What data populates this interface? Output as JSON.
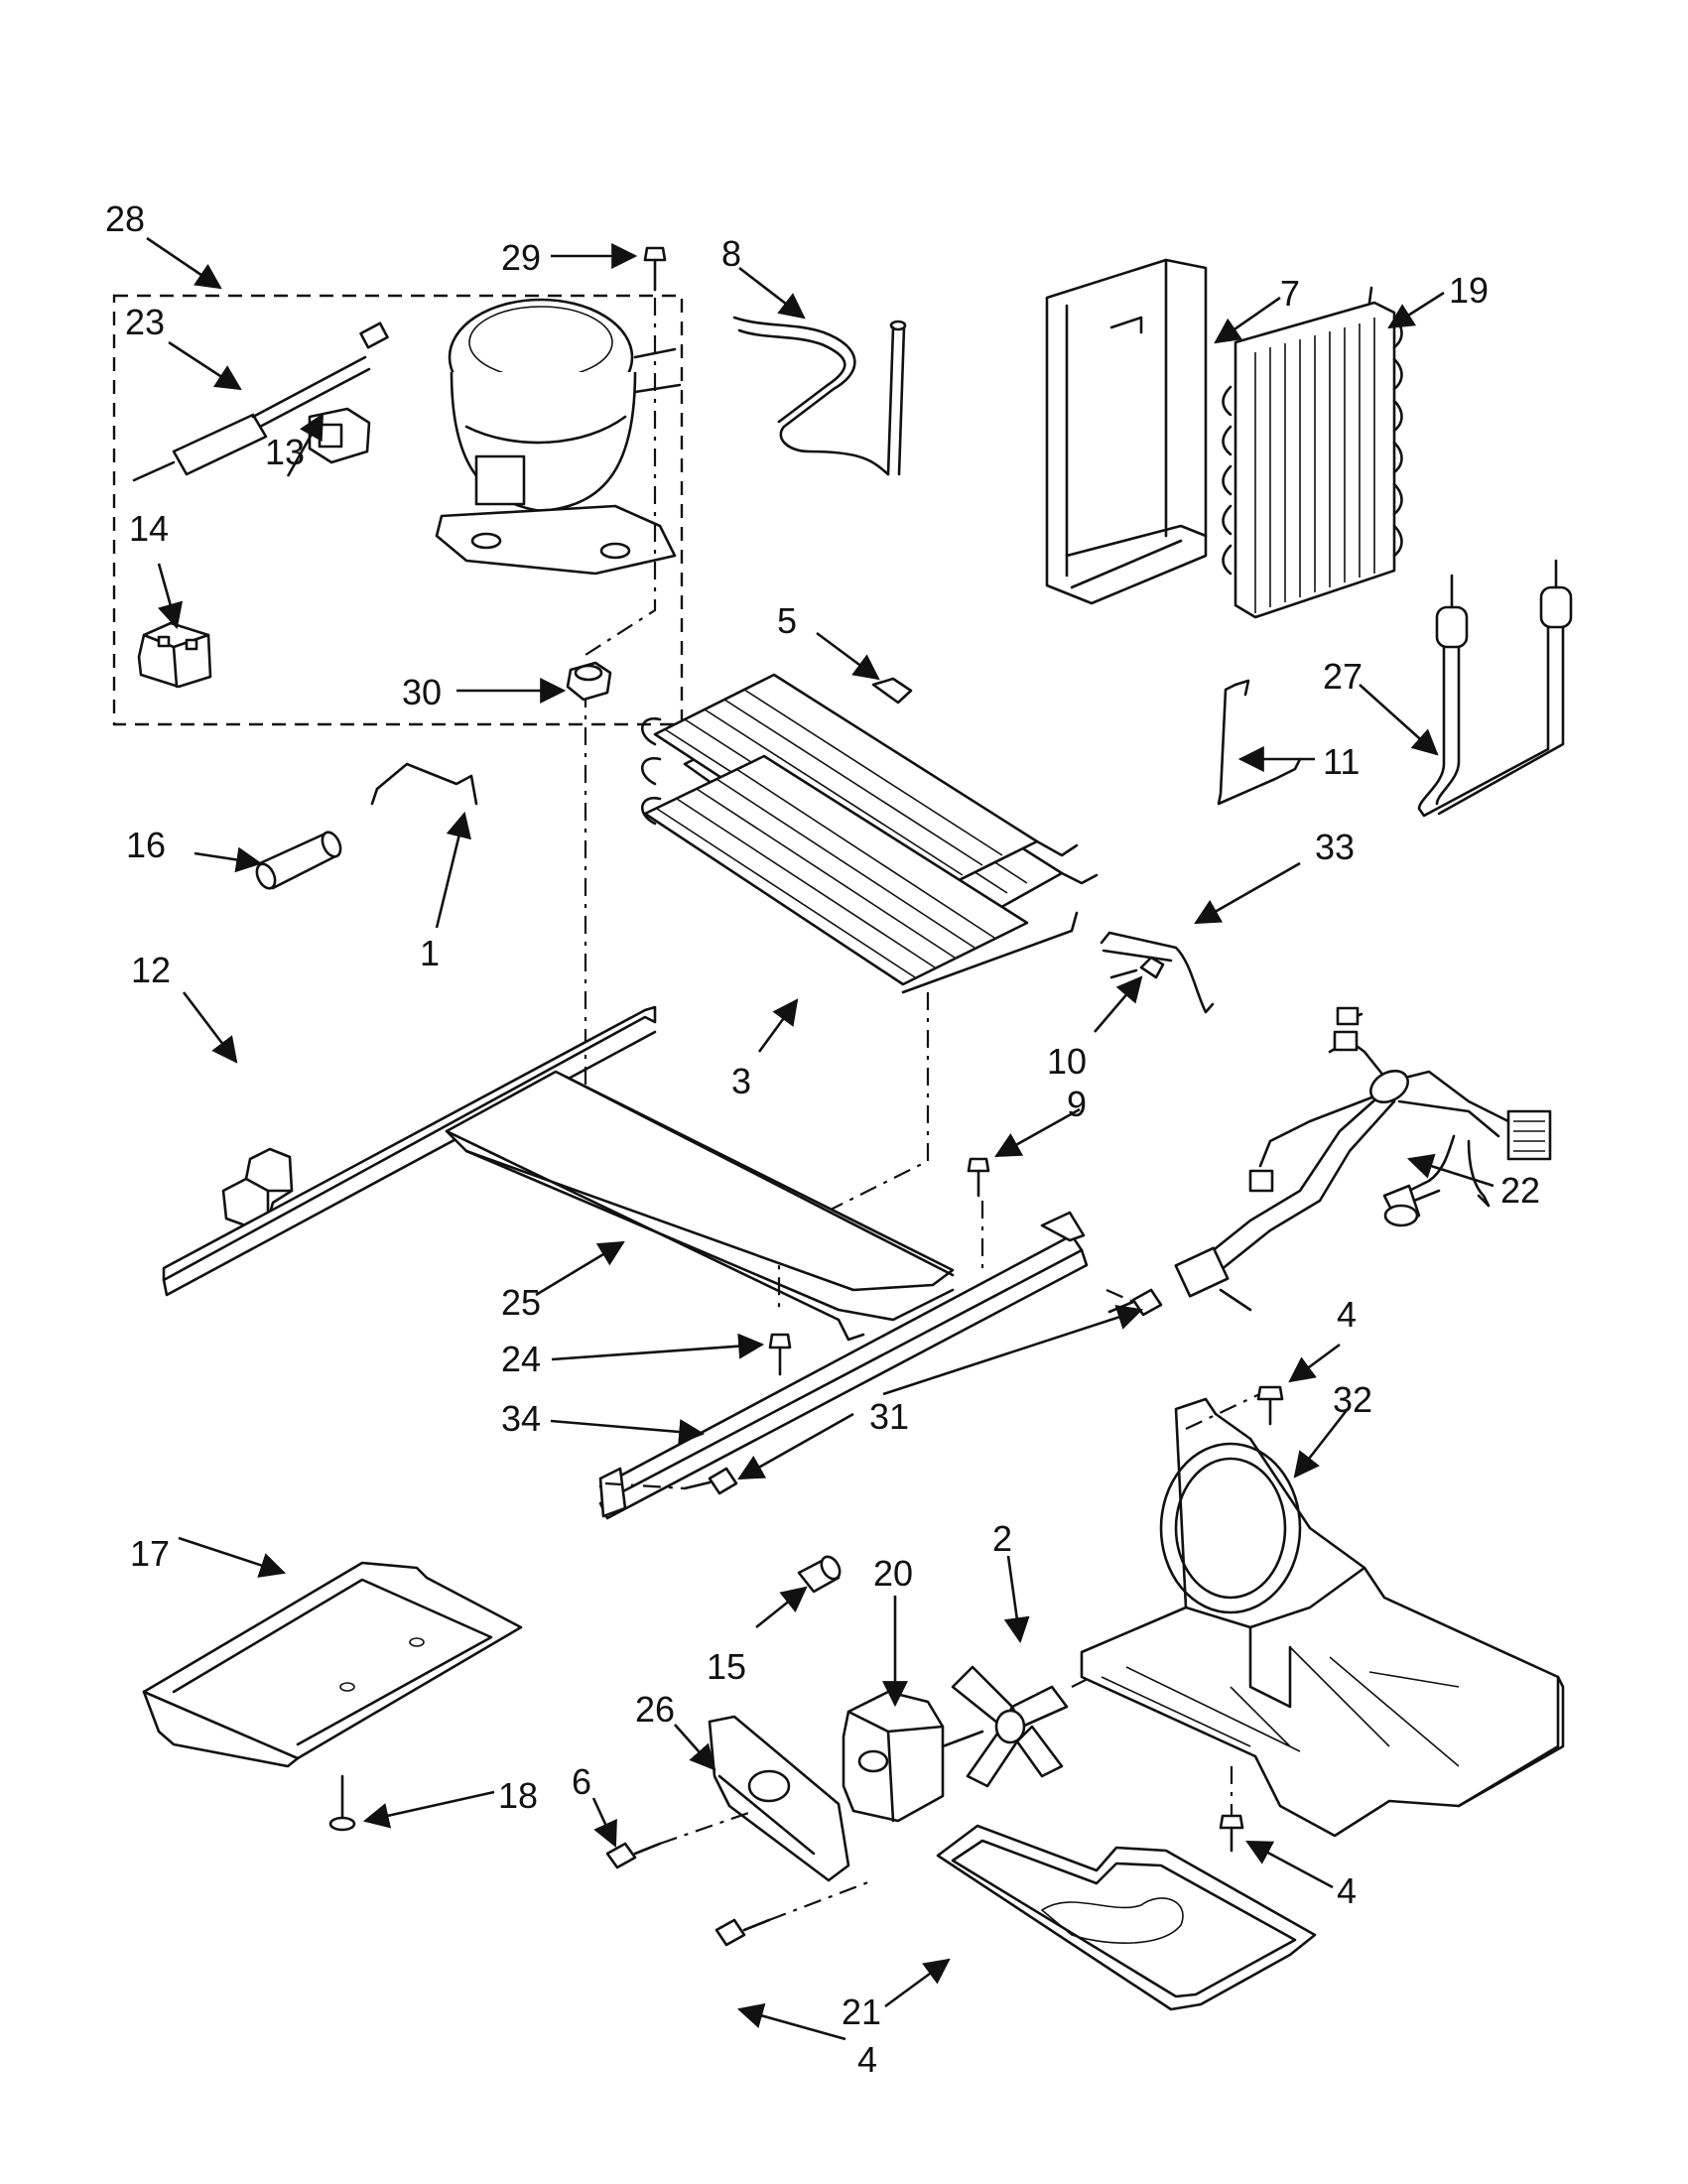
{
  "callouts": {
    "c1": "1",
    "c2": "2",
    "c3": "3",
    "c4a": "4",
    "c4b": "4",
    "c4c": "4",
    "c5": "5",
    "c6": "6",
    "c7": "7",
    "c8": "8",
    "c9": "9",
    "c10": "10",
    "c11": "11",
    "c12": "12",
    "c13": "13",
    "c14": "14",
    "c15": "15",
    "c16": "16",
    "c17": "17",
    "c18": "18",
    "c19": "19",
    "c20": "20",
    "c21": "21",
    "c22": "22",
    "c23": "23",
    "c24": "24",
    "c25": "25",
    "c26": "26",
    "c27": "27",
    "c28": "28",
    "c29": "29",
    "c30": "30",
    "c31": "31",
    "c32": "32",
    "c33": "33",
    "c34": "34"
  }
}
